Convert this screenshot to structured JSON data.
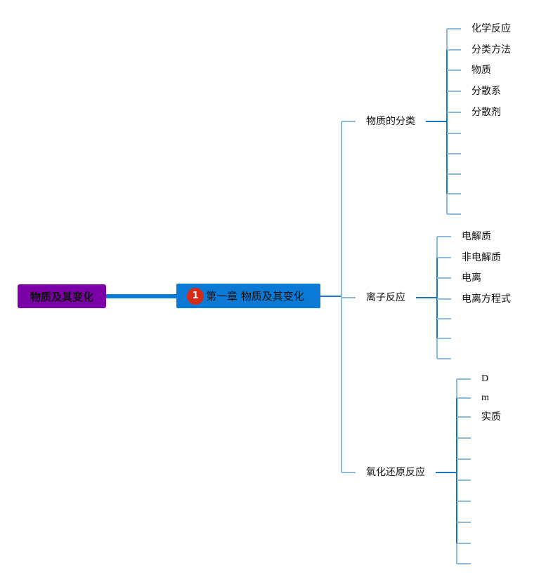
{
  "root": {
    "label": "物质及其变化",
    "color": "#7b00a8"
  },
  "chapter": {
    "badge": "1",
    "label": "第一章 物质及其变化",
    "color": "#0a7ad6",
    "badge_color": "#d42a17"
  },
  "branches": [
    {
      "label": "物质的分类",
      "children": [
        "化学反应",
        "分类方法",
        "物质",
        "分散系",
        "分散剂",
        "",
        "",
        "",
        "",
        ""
      ]
    },
    {
      "label": "离子反应",
      "children": [
        "电解质",
        "非电解质",
        "电离",
        "电离方程式",
        "",
        "",
        ""
      ]
    },
    {
      "label": "氧化还原反应",
      "children": [
        "D",
        "m",
        "实质",
        "",
        "",
        "",
        "",
        "",
        "",
        ""
      ]
    }
  ],
  "colors": {
    "line_dark": "#1a78c2",
    "line_light": "#8bbbdc",
    "root_link": "#0a7ad6"
  }
}
